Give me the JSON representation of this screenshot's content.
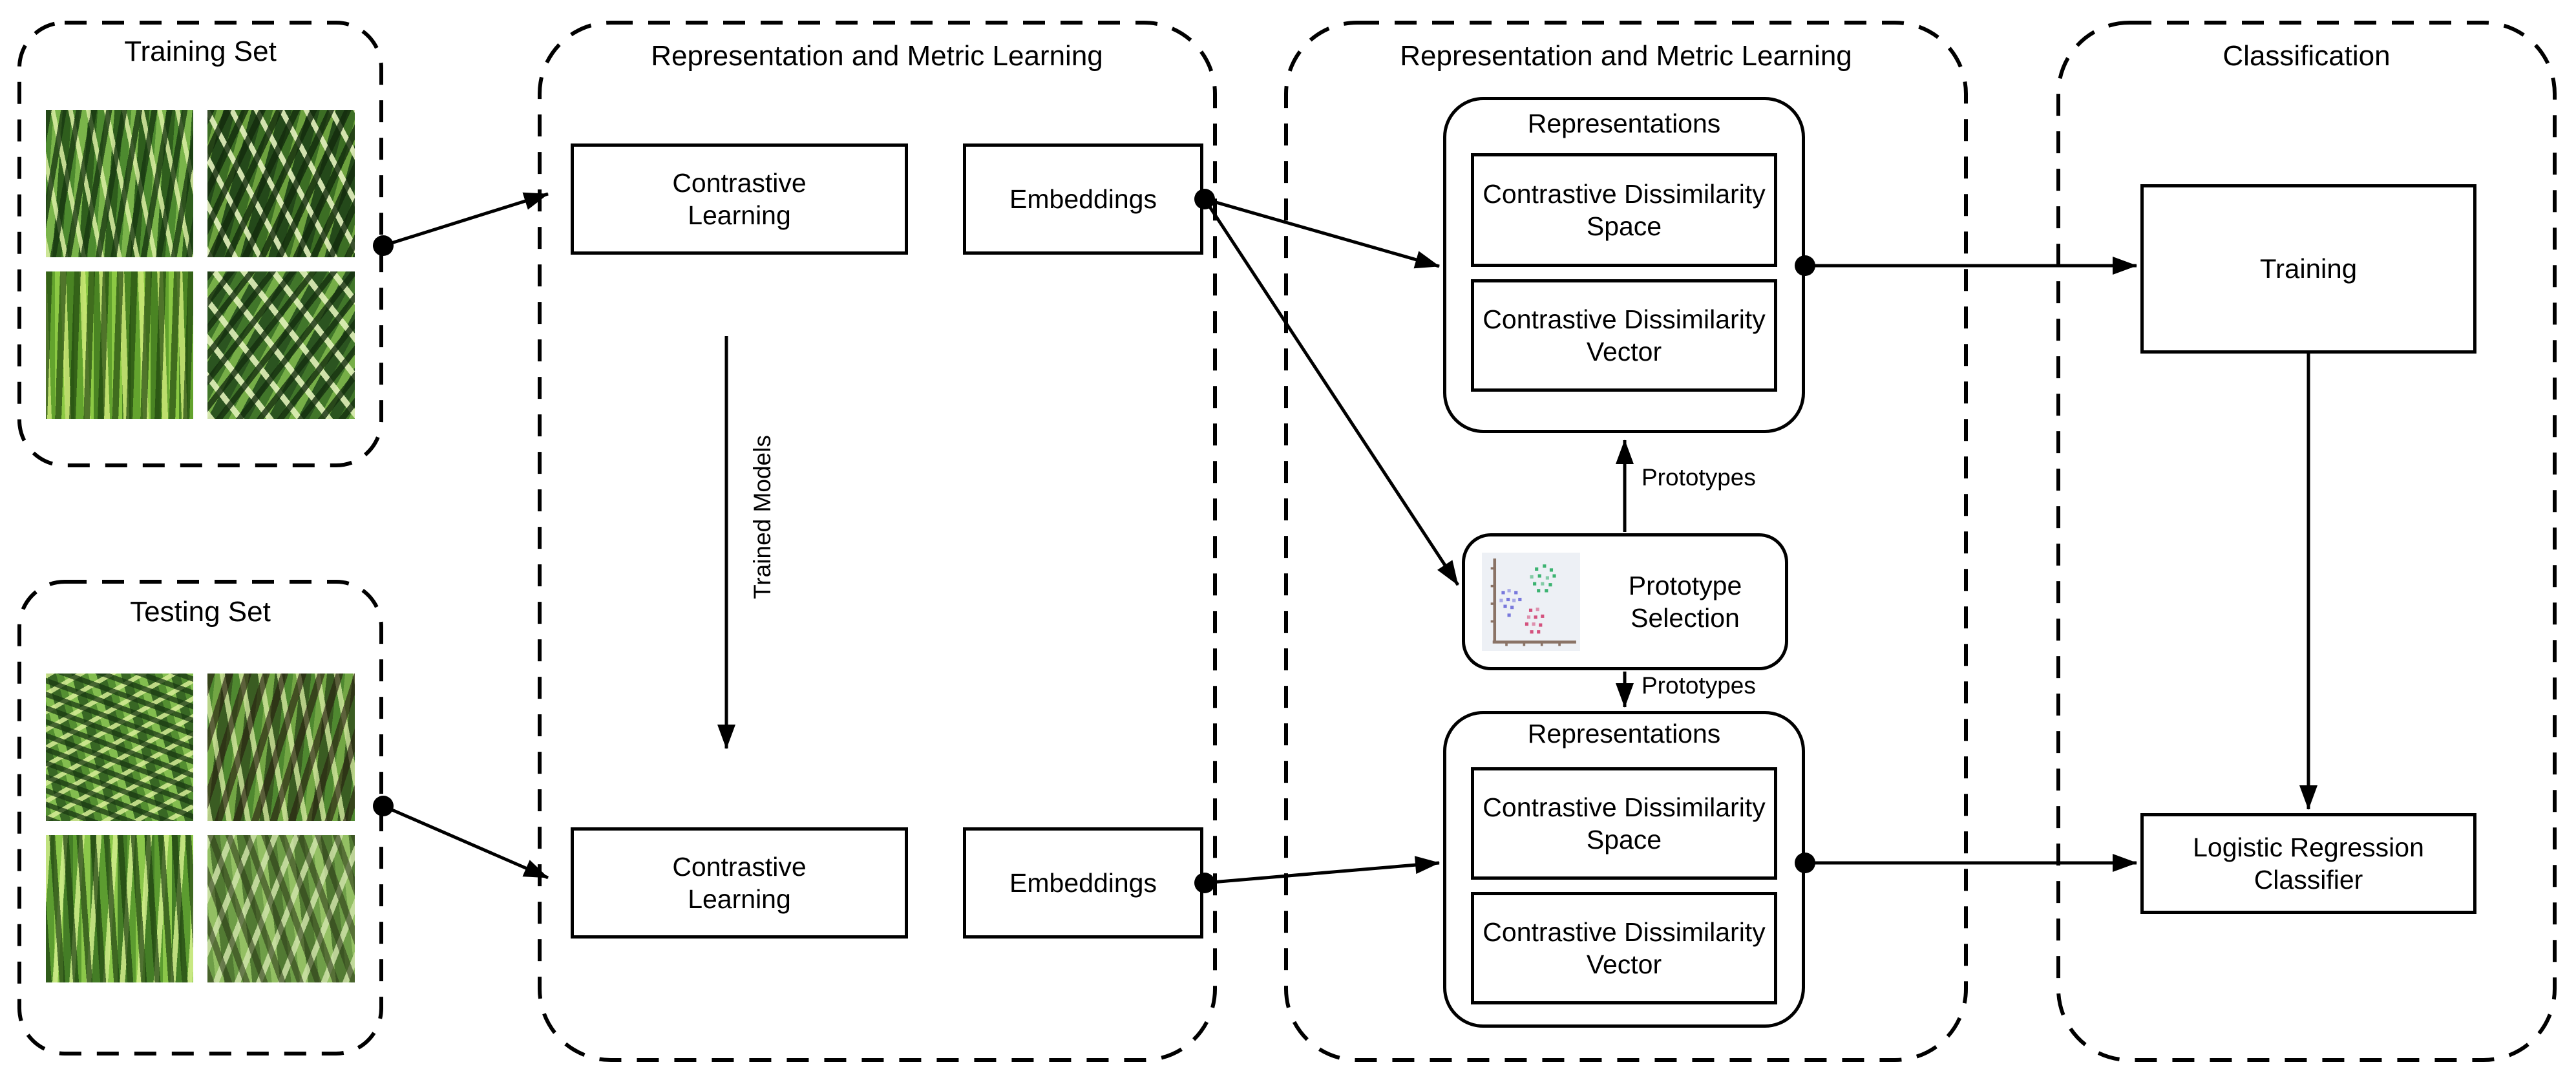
{
  "training_set": {
    "title": "Training Set",
    "images": [
      "grass-photo-1",
      "grass-photo-2",
      "grass-photo-3",
      "grass-photo-4"
    ]
  },
  "testing_set": {
    "title": "Testing Set",
    "images": [
      "grass-photo-5",
      "grass-photo-6",
      "grass-photo-7",
      "grass-photo-8"
    ]
  },
  "metric_learning_panel": {
    "title": "Representation and Metric Learning",
    "train_branch": {
      "contrastive_learning": "Contrastive Learning",
      "embeddings": "Embeddings"
    },
    "test_branch": {
      "contrastive_learning": "Contrastive Learning",
      "embeddings": "Embeddings"
    },
    "trained_models_label": "Trained Models"
  },
  "representations_panel": {
    "title": "Representation and Metric Learning",
    "train_representations": {
      "title": "Representations",
      "space_label": "Contrastive Dissimilarity Space",
      "vector_label": "Contrastive Dissimilarity Vector"
    },
    "prototype_selection": {
      "label": "Prototype Selection",
      "icon": "scatter-plot-icon"
    },
    "prototypes_to_train_label": "Prototypes",
    "prototypes_to_test_label": "Prototypes",
    "test_representations": {
      "title": "Representations",
      "space_label": "Contrastive Dissimilarity Space",
      "vector_label": "Contrastive Dissimilarity Vector"
    }
  },
  "classification_panel": {
    "title": "Classification",
    "training_label": "Training",
    "classifier_label": "Logistic Regression Classifier"
  },
  "colors": {
    "line": "#000000",
    "background": "#ffffff",
    "scatter_bg": "#edf0f5",
    "scatter_axis": "#8a7366",
    "cluster_green": "#3cb371",
    "cluster_blue": "#7878dc",
    "cluster_pink": "#d4527e"
  }
}
